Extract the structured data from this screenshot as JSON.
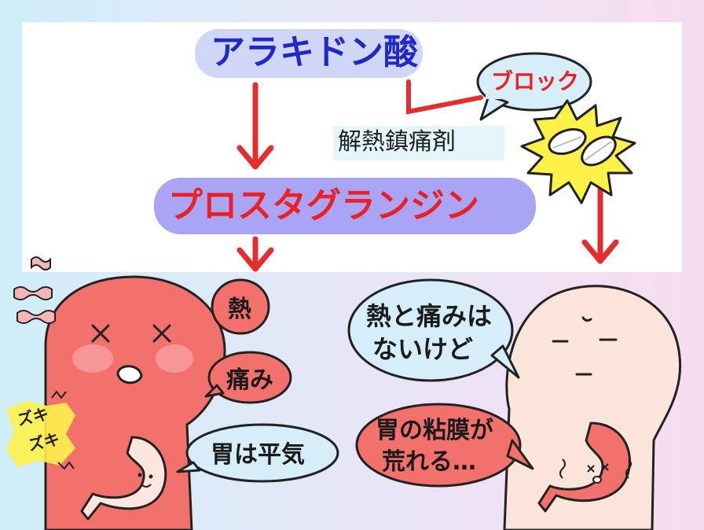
{
  "arachidonic_acid": "アラキドン酸",
  "prostaglandin": "プロスタグランジン",
  "antipyretic": "解熱鎮痛剤",
  "block": "ブロック",
  "left_bubbles": [
    "熱",
    "痛み",
    "胃は平気"
  ],
  "right_bubble_1": [
    "熱と痛みは",
    "ないけど"
  ],
  "right_bubble_2": [
    "胃の粘膜が",
    "荒れる…"
  ],
  "sfx": [
    "ズキ",
    "ズキ"
  ],
  "colors": {
    "red_arrow": "#e62c2c",
    "left_person": "#f2716d",
    "right_person": "#fbe4d9",
    "bubble_blue": "#d5eefa",
    "bubble_red": "#f2716d",
    "pill_burst": "#fff14a"
  }
}
